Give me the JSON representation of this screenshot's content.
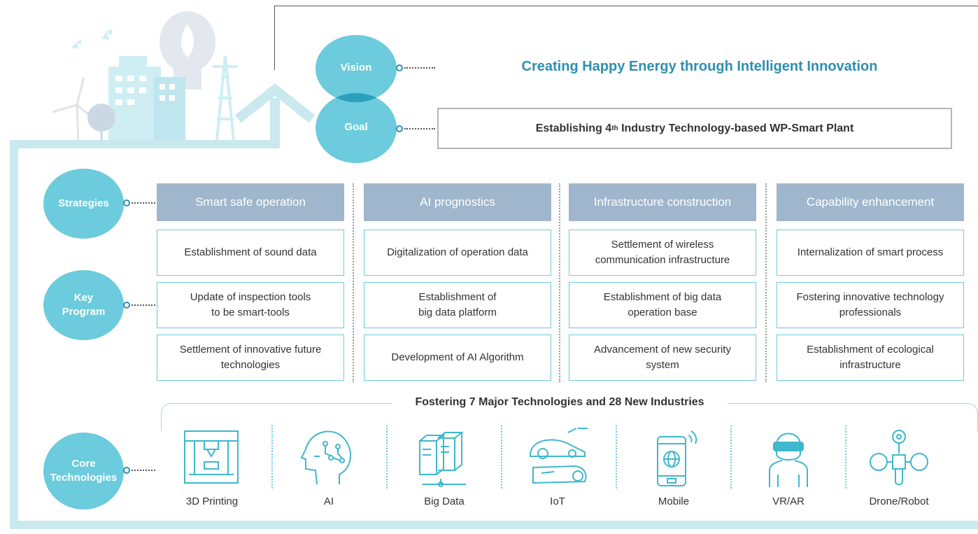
{
  "vision": {
    "label": "Vision",
    "text": "Creating Happy Energy through Intelligent Innovation"
  },
  "goal": {
    "label": "Goal",
    "text_before": "Establishing 4",
    "sup": "th",
    "text_after": " Industry Technology-based WP-Smart Plant"
  },
  "strategies": {
    "label": "Strategies",
    "items": [
      "Smart safe operation",
      "AI prognostics",
      "Infrastructure construction",
      "Capability enhancement"
    ]
  },
  "key_program": {
    "label": "Key\nProgram",
    "columns": [
      [
        "Establishment of sound data",
        "Update of inspection tools\nto be smart-tools",
        "Settlement of innovative future\ntechnologies"
      ],
      [
        "Digitalization of operation data",
        "Establishment of\nbig data platform",
        "Development of AI Algorithm"
      ],
      [
        "Settlement of wireless\ncommunication infrastructure",
        "Establishment of big data\noperation base",
        "Advancement of new security\nsystem"
      ],
      [
        "Internalization of smart process",
        "Fostering innovative technology\nprofessionals",
        "Establishment of ecological\ninfrastructure"
      ]
    ]
  },
  "core": {
    "label": "Core\nTechnologies",
    "title": "Fostering 7 Major Technologies and 28 New Industries",
    "items": [
      {
        "label": "3D Printing",
        "icon": "3d-printer-icon"
      },
      {
        "label": "AI",
        "icon": "ai-head-icon"
      },
      {
        "label": "Big Data",
        "icon": "server-icon"
      },
      {
        "label": "IoT",
        "icon": "smart-car-icon"
      },
      {
        "label": "Mobile",
        "icon": "smartphone-icon"
      },
      {
        "label": "VR/AR",
        "icon": "vr-headset-icon"
      },
      {
        "label": "Drone/Robot",
        "icon": "drone-icon"
      }
    ]
  },
  "colors": {
    "accent": "#6ccbdc",
    "title_blue": "#2e8fb0",
    "strategy_bg": "#9fb6cd",
    "frame": "#c9e9ef"
  }
}
